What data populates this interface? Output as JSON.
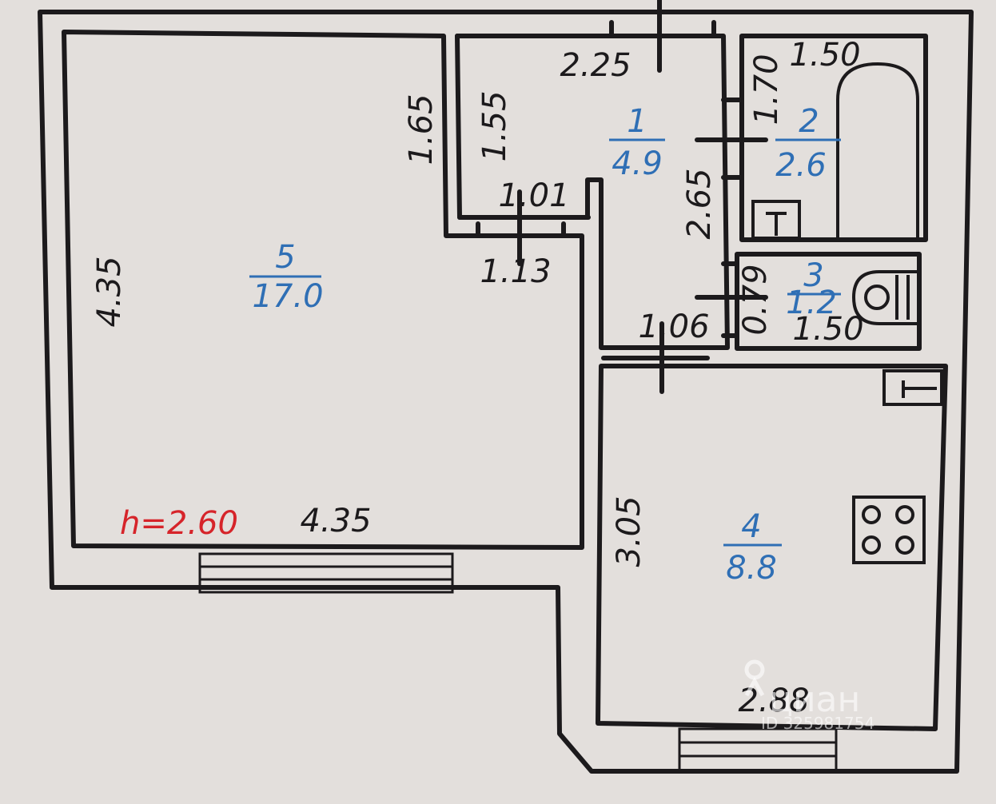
{
  "ceiling_height": "h=2.60",
  "rooms": [
    {
      "id": "1",
      "area": "4.9"
    },
    {
      "id": "2",
      "area": "2.6"
    },
    {
      "id": "3",
      "area": "1.2"
    },
    {
      "id": "4",
      "area": "8.8"
    },
    {
      "id": "5",
      "area": "17.0"
    }
  ],
  "dimensions": {
    "room5_left": "4.35",
    "room5_bottom": "4.35",
    "room5_right": "1.65",
    "niche_side": "1.55",
    "niche_bottom": "1.01",
    "room5_door": "1.13",
    "hall_top": "2.25",
    "hall_right": "2.65",
    "hall_bottom": "1.06",
    "bath_side": "1.70",
    "bath_top": "1.50",
    "wc_side": "0.79",
    "wc_bottom": "1.50",
    "kitchen_left": "3.05",
    "kitchen_bottom": "2.88"
  },
  "watermark": {
    "brand": "циан",
    "id": "ID 325981754"
  },
  "colors": {
    "background": "#e3dfdc",
    "line": "#1c1a1c",
    "area_text": "#2f6fb5",
    "height_text": "#d6242a"
  }
}
